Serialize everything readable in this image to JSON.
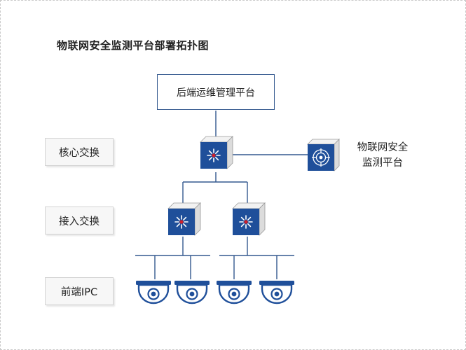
{
  "diagram": {
    "title": "物联网安全监测平台部署拓扑图",
    "management_platform": "后端运维管理平台",
    "layers": {
      "core": "核心交换",
      "access": "接入交换",
      "ipc": "前端IPC"
    },
    "security_platform": {
      "line1": "物联网安全",
      "line2": "监测平台"
    }
  },
  "colors": {
    "line": "#34598f",
    "switch_face": "#1f4f9a",
    "switch_side": "#e6e6e6",
    "hub_dot": "#d0202a",
    "camera": "#1f4f9a"
  },
  "icons": {
    "core_switch": "network-switch-icon",
    "access_switch": "network-switch-icon",
    "security_device": "security-monitor-icon",
    "camera": "dome-camera-icon"
  }
}
